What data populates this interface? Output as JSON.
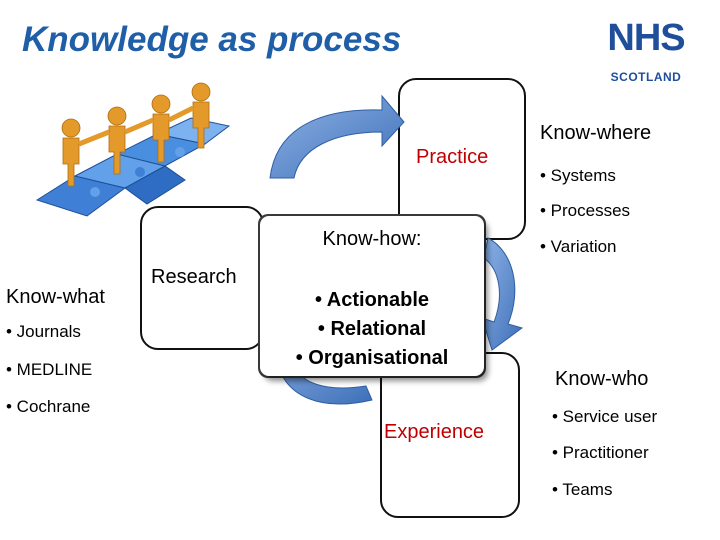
{
  "slide": {
    "title": "Knowledge as process",
    "logo": {
      "primary": "NHS",
      "secondary": "SCOTLAND",
      "color": "#1f4e9b"
    }
  },
  "cycle": {
    "practice": "Practice",
    "research": "Research",
    "experience": "Experience",
    "accent_color": "#c00000",
    "arrow_color": "#5b86c4"
  },
  "know_how": {
    "heading": "Know-how:",
    "items": [
      "• Actionable",
      "• Relational",
      "• Organisational"
    ]
  },
  "know_where": {
    "heading": "Know-where",
    "items": [
      "• Systems",
      "• Processes",
      "• Variation"
    ]
  },
  "know_what": {
    "heading": "Know-what",
    "items": [
      "• Journals",
      "• MEDLINE",
      "• Cochrane"
    ]
  },
  "know_who": {
    "heading": "Know-who",
    "items": [
      "• Service user",
      "• Practitioner",
      "• Teams"
    ]
  },
  "image": {
    "icon": "puzzle-people-illustration"
  }
}
